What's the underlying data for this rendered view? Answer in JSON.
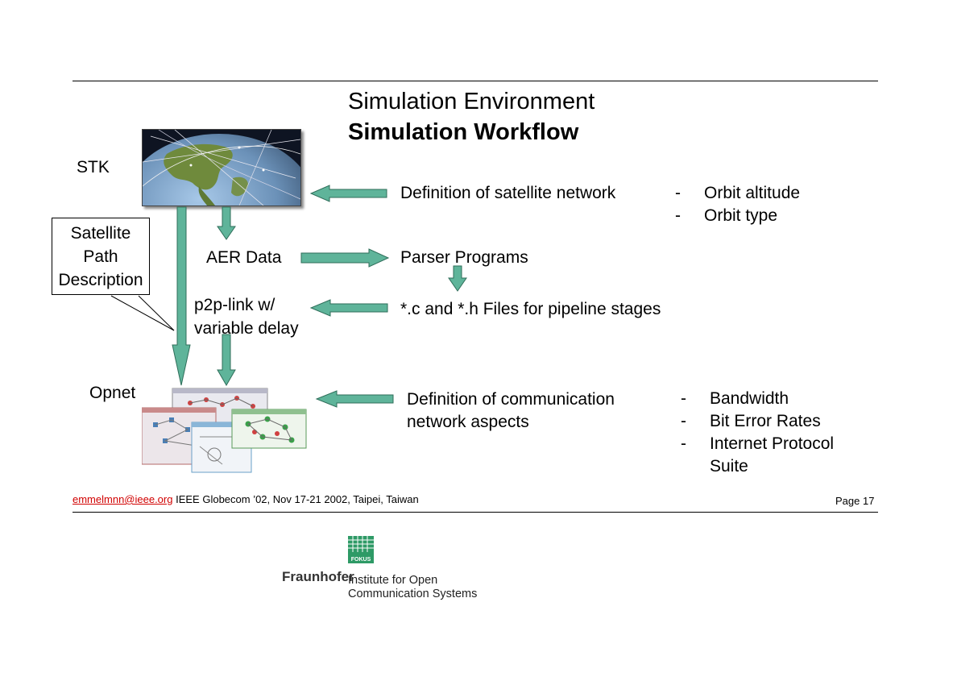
{
  "slide": {
    "title": "Simulation Environment",
    "subtitle": "Simulation Workflow"
  },
  "labels": {
    "stk": "STK",
    "aer_data": "AER Data",
    "p2p_link": [
      "p2p-link w/",
      "variable delay"
    ],
    "opnet": "Opnet",
    "satellite_callout": [
      "Satellite",
      "Path",
      "Description"
    ]
  },
  "workflow": {
    "sat_definition": "Definition of satellite network",
    "sat_params": [
      "Orbit altitude",
      "Orbit type"
    ],
    "parser": "Parser Programs",
    "files": "*.c and *.h Files for pipeline stages",
    "comm_definition": [
      "Definition of communication",
      "network aspects"
    ],
    "comm_params": [
      "Bandwidth",
      "Bit Error Rates",
      "Internet Protocol",
      "Suite"
    ],
    "bullet": "-"
  },
  "footer": {
    "email": "emmelmnn@ieee.org",
    "conference": " IEEE Globecom ’02, Nov 17-21 2002, Taipei, Taiwan",
    "page": "Page 17"
  },
  "logo": {
    "org": "Fraunhofer",
    "institute": [
      "Institute for Open",
      "Communication Systems"
    ],
    "badge": "FOKUS"
  },
  "colors": {
    "arrow_fill": "#5fb49a",
    "arrow_stroke": "#2f6e5a",
    "link": "#d10000",
    "fokus_green": "#2e9a66"
  }
}
